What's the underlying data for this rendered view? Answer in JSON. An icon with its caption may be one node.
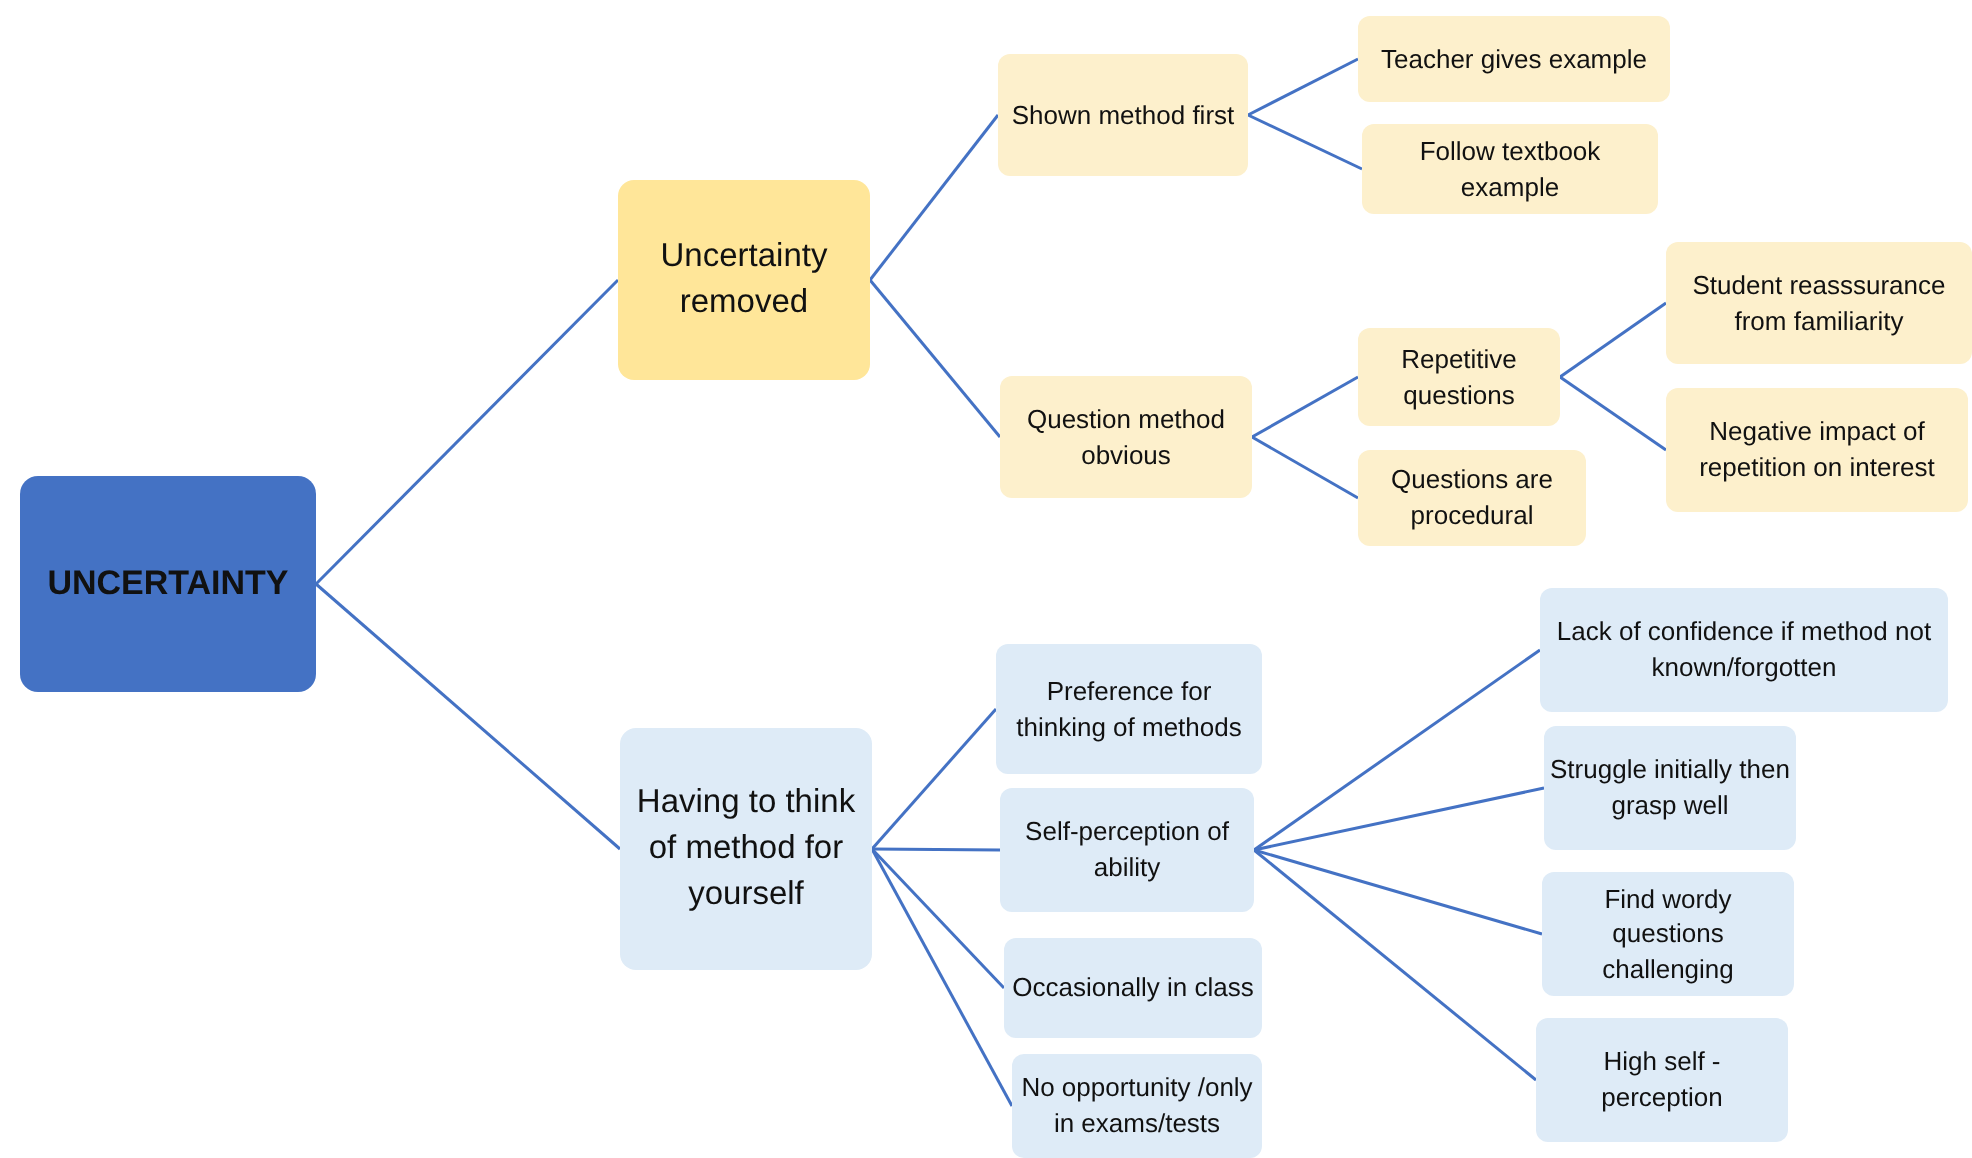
{
  "diagram": {
    "nodes": [
      {
        "text": [
          "UNCERTAINTY"
        ]
      },
      {
        "text": [
          "Uncertainty removed"
        ]
      },
      {
        "text": [
          "Shown method first"
        ]
      },
      {
        "text": [
          "Teacher gives example"
        ]
      },
      {
        "text": [
          "Follow textbook example"
        ]
      },
      {
        "text": [
          "Question method obvious"
        ]
      },
      {
        "text": [
          "Repetitive questions"
        ]
      },
      {
        "text": [
          "Student reasssurance from familiarity"
        ]
      },
      {
        "text": [
          "Negative impact of repetition on interest"
        ]
      },
      {
        "text": [
          "Questions are procedural"
        ]
      },
      {
        "text": [
          "Having to think of method for yourself"
        ]
      },
      {
        "text": [
          "Preference for thinking of methods"
        ]
      },
      {
        "text": [
          "Self-perception of ability"
        ]
      },
      {
        "text": [
          "Lack of confidence if method not known/forgotten"
        ]
      },
      {
        "text": [
          "Struggle initially then grasp well"
        ]
      },
      {
        "text": [
          "Find wordy questions challenging"
        ]
      },
      {
        "text": [
          "High self - perception"
        ]
      },
      {
        "text": [
          "Occasionally in class"
        ]
      },
      {
        "text": [
          "No opportunity /only in exams/tests"
        ]
      }
    ],
    "edges": [
      {
        "from": 0,
        "to": 1,
        "arrow": "none"
      },
      {
        "from": 1,
        "to": 2,
        "arrow": "none"
      },
      {
        "from": 2,
        "to": 3,
        "arrow": "none"
      },
      {
        "from": 2,
        "to": 4,
        "arrow": "none"
      },
      {
        "from": 1,
        "to": 5,
        "arrow": "none"
      },
      {
        "from": 5,
        "to": 6,
        "arrow": "none"
      },
      {
        "from": 6,
        "to": 7,
        "arrow": "none"
      },
      {
        "from": 6,
        "to": 8,
        "arrow": "none"
      },
      {
        "from": 5,
        "to": 9,
        "arrow": "none"
      },
      {
        "from": 0,
        "to": 10,
        "arrow": "none"
      },
      {
        "from": 10,
        "to": 11,
        "arrow": "none"
      },
      {
        "from": 10,
        "to": 12,
        "arrow": "none"
      },
      {
        "from": 12,
        "to": 13,
        "arrow": "none"
      },
      {
        "from": 12,
        "to": 14,
        "arrow": "none"
      },
      {
        "from": 12,
        "to": 15,
        "arrow": "none"
      },
      {
        "from": 12,
        "to": 16,
        "arrow": "none"
      },
      {
        "from": 10,
        "to": 17,
        "arrow": "none"
      },
      {
        "from": 10,
        "to": 18,
        "arrow": "none"
      }
    ]
  }
}
